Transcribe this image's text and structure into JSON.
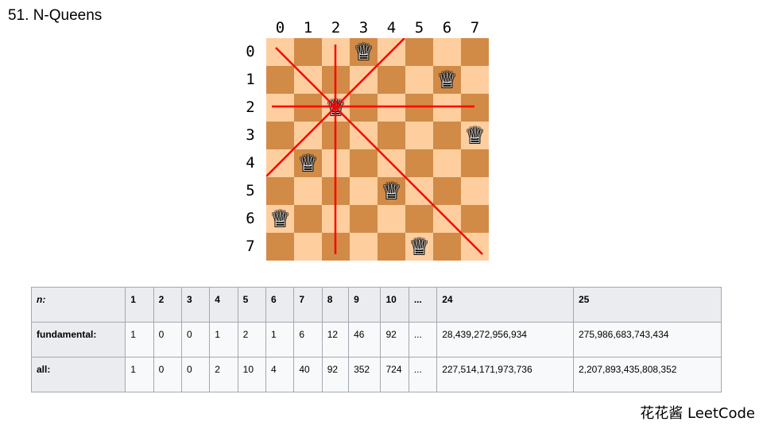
{
  "title": "51. N-Queens",
  "board": {
    "col_labels": [
      "0",
      "1",
      "2",
      "3",
      "4",
      "5",
      "6",
      "7"
    ],
    "row_labels": [
      "0",
      "1",
      "2",
      "3",
      "4",
      "5",
      "6",
      "7"
    ],
    "queen_glyph": "♕",
    "queens": [
      3,
      6,
      2,
      7,
      1,
      4,
      0,
      5
    ],
    "highlight": {
      "row": 2,
      "col": 2
    },
    "line_color": "#ff0000",
    "light_color": "#ffce9e",
    "dark_color": "#d18b47"
  },
  "table": {
    "header": {
      "label": "n:",
      "values": [
        "1",
        "2",
        "3",
        "4",
        "5",
        "6",
        "7",
        "8",
        "9",
        "10",
        "...",
        "24",
        "25"
      ]
    },
    "rows": [
      {
        "label": "fundamental:",
        "values": [
          "1",
          "0",
          "0",
          "1",
          "2",
          "1",
          "6",
          "12",
          "46",
          "92",
          "...",
          "28,439,272,956,934",
          "275,986,683,743,434"
        ]
      },
      {
        "label": "all:",
        "values": [
          "1",
          "0",
          "0",
          "2",
          "10",
          "4",
          "40",
          "92",
          "352",
          "724",
          "...",
          "227,514,171,973,736",
          "2,207,893,435,808,352"
        ]
      }
    ]
  },
  "footer": "花花酱 LeetCode"
}
